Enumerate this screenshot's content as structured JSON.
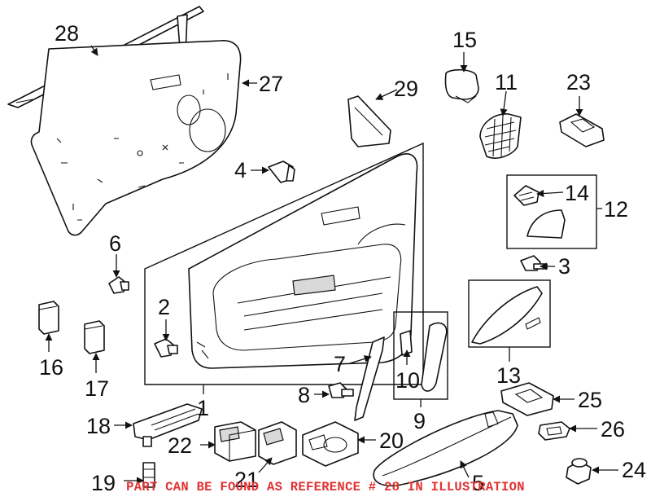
{
  "callouts": {
    "c1": "1",
    "c2": "2",
    "c3": "3",
    "c4": "4",
    "c5": "5",
    "c6": "6",
    "c7": "7",
    "c8": "8",
    "c9": "9",
    "c10": "10",
    "c11": "11",
    "c12": "12",
    "c13": "13",
    "c14": "14",
    "c15": "15",
    "c16": "16",
    "c17": "17",
    "c18": "18",
    "c19": "19",
    "c20": "20",
    "c21": "21",
    "c22": "22",
    "c23": "23",
    "c24": "24",
    "c25": "25",
    "c26": "26",
    "c27": "27",
    "c28": "28",
    "c29": "29"
  },
  "footer_note": "PART CAN BE FOUND AS REFERENCE # 28 IN ILLUSTRATION",
  "colors": {
    "line": "#111111",
    "note": "#e23131",
    "background": "#ffffff"
  }
}
